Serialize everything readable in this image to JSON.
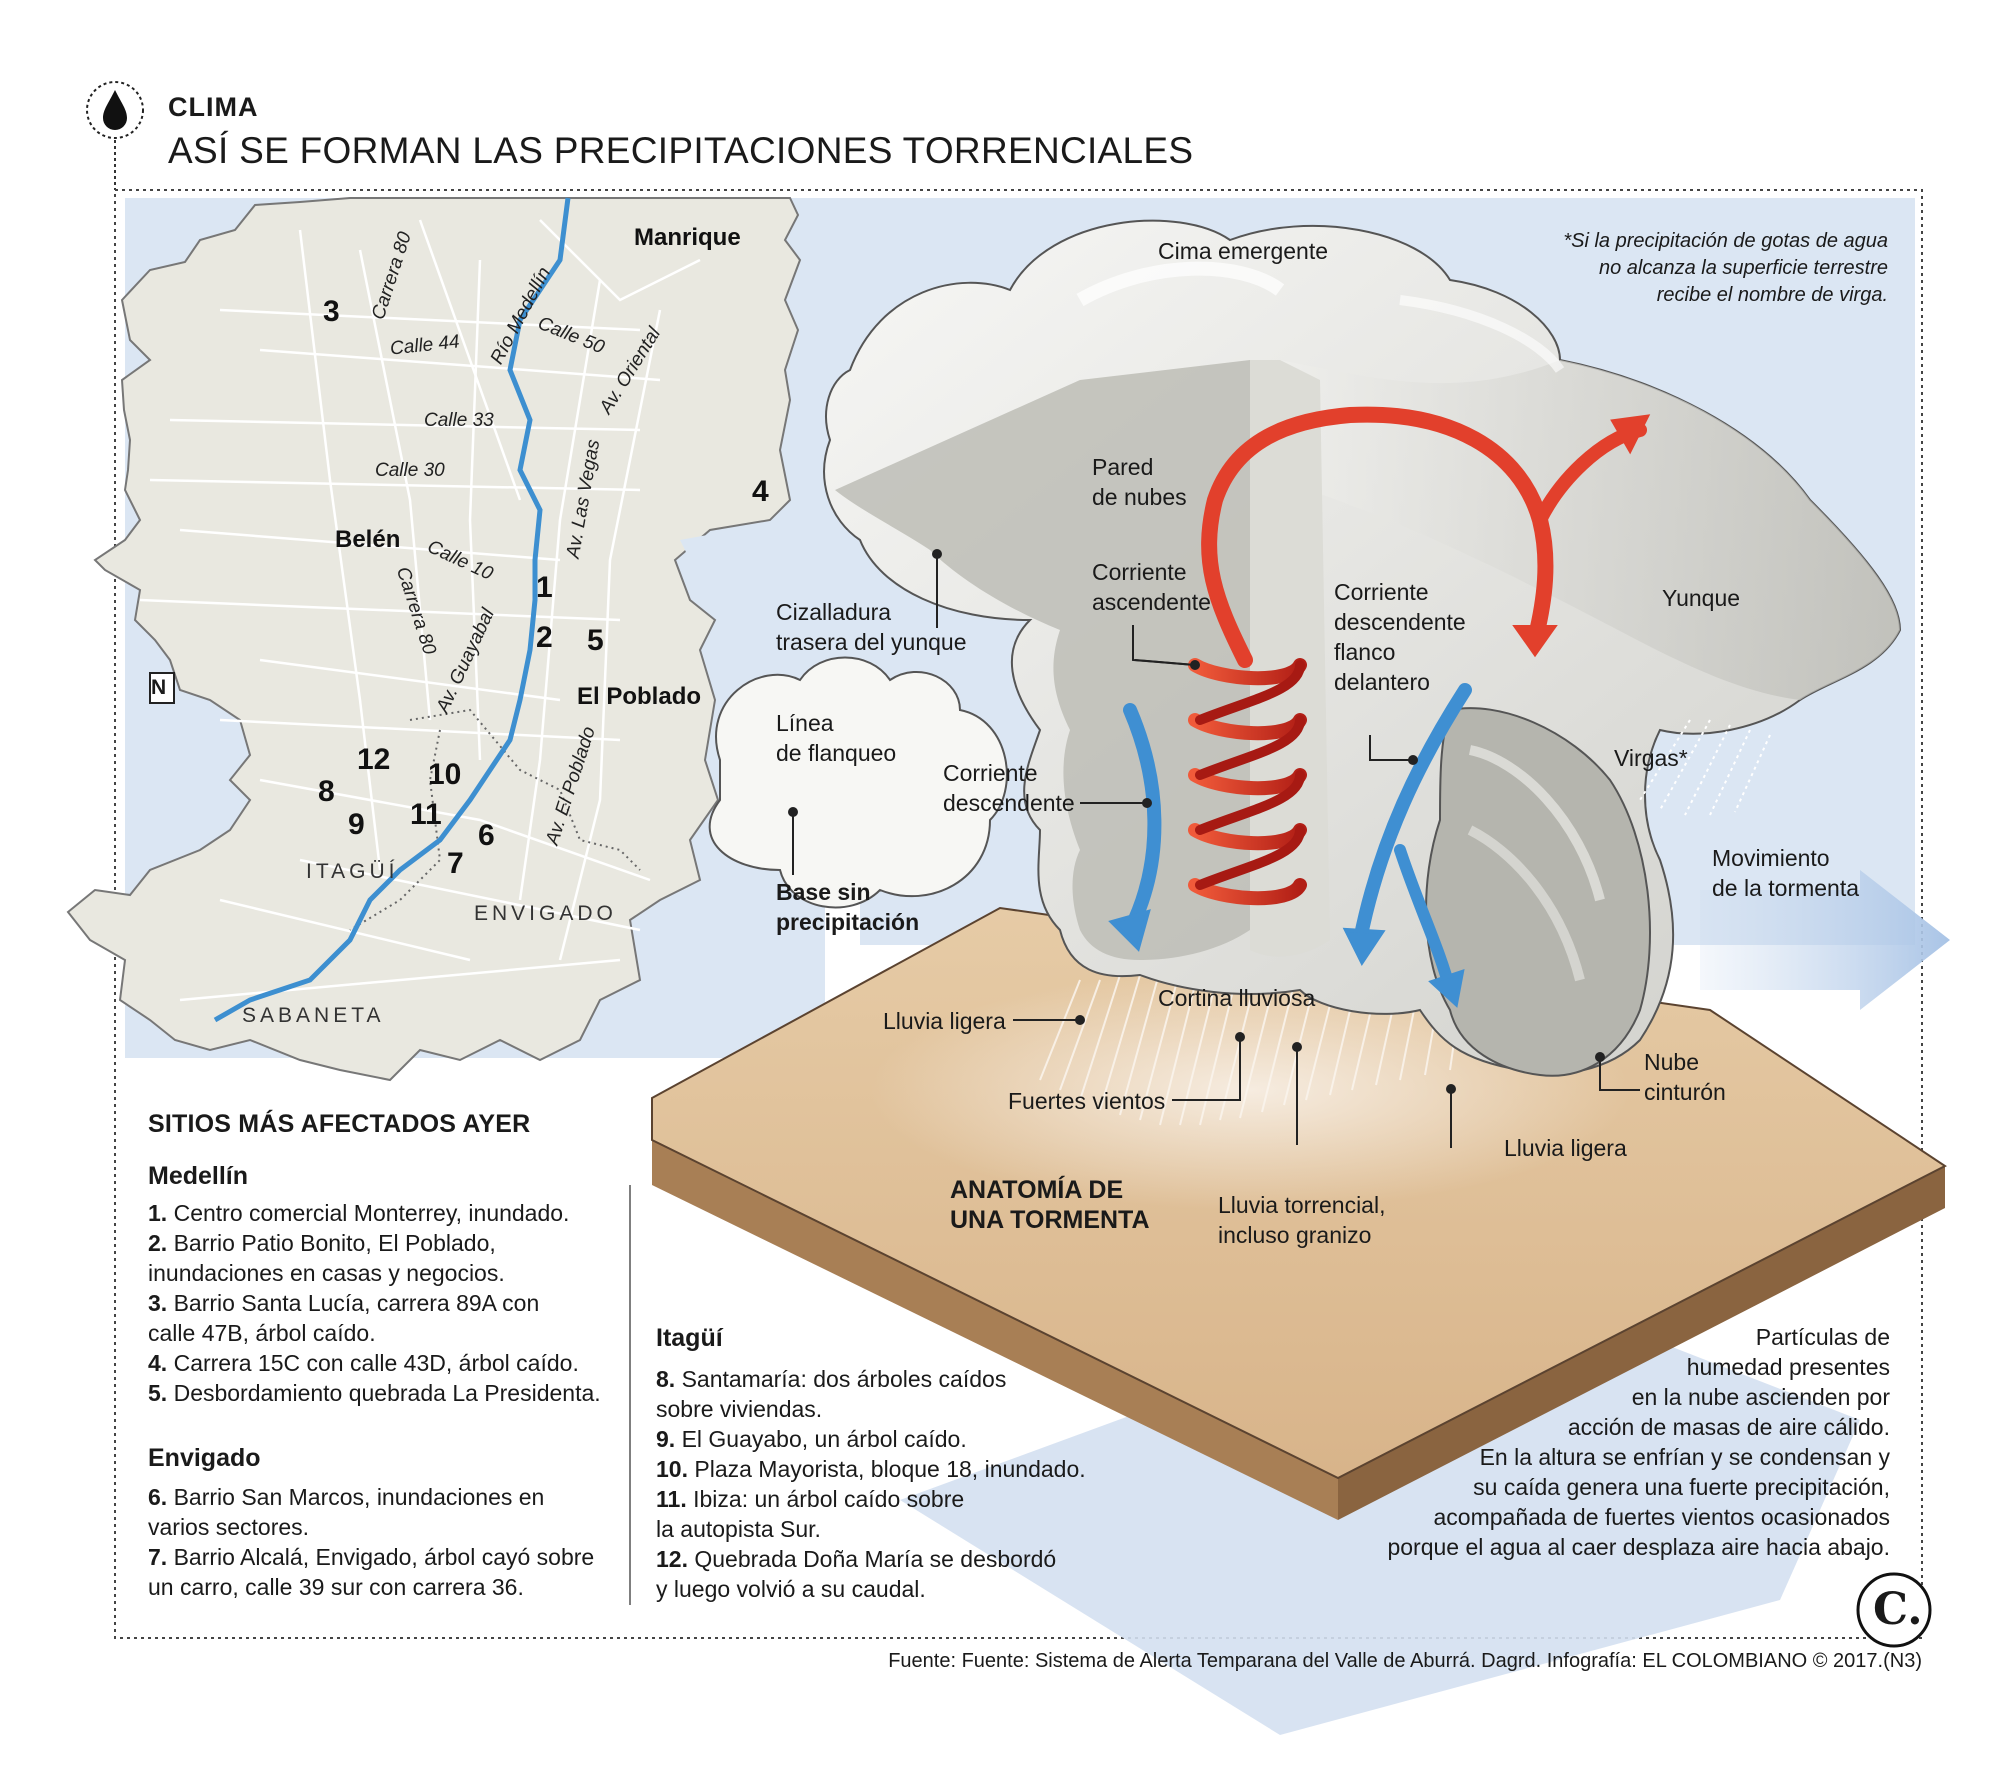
{
  "header": {
    "kicker": "CLIMA",
    "title": "ASÍ SE FORMAN LAS PRECIPITACIONES TORRENCIALES"
  },
  "map": {
    "north_symbol": "N",
    "neighborhoods": [
      "Manrique",
      "Belén",
      "El Poblado"
    ],
    "towns": [
      "ITAGÜÍ",
      "ENVIGADO",
      "SABANETA"
    ],
    "streets": [
      "Carrera 80",
      "Calle 44",
      "Río Medellín",
      "Calle 50",
      "Av. Oriental",
      "Calle 33",
      "Calle 30",
      "Av. Las Vegas",
      "Calle 10",
      "Carrera 80",
      "Av. Guayabal",
      "Av. El Poblado"
    ],
    "site_numbers": [
      "1",
      "2",
      "3",
      "4",
      "5",
      "6",
      "7",
      "8",
      "9",
      "10",
      "11",
      "12"
    ]
  },
  "storm": {
    "labels": {
      "cima": "Cima emergente",
      "pared": "Pared\nde nubes",
      "cizalladura": "Cizalladura\ntrasera del yunque",
      "asc": "Corriente\nascendente",
      "desc_flank": "Corriente\ndescendente\nflanco\ndelantero",
      "yunque": "Yunque",
      "linea": "Línea\nde flanqueo",
      "desc": "Corriente\ndescendente",
      "virgas": "Virgas*",
      "movimiento": "Movimiento\nde la tormenta",
      "base": "Base sin\nprecipitación",
      "cortina": "Cortina lluviosa",
      "lluvia_ligera_left": "Lluvia ligera",
      "fuertes": "Fuertes vientos",
      "nube": "Nube\ncinturón",
      "lluvia_ligera_right": "Lluvia ligera",
      "anatomia": "ANATOMÍA DE\nUNA TORMENTA",
      "torrencial": "Lluvia torrencial,\nincluso granizo"
    },
    "note": "*Si la precipitación de gotas de agua\nno alcanza la superficie terrestre\nrecibe el nombre de virga."
  },
  "sites": {
    "heading": "SITIOS MÁS AFECTADOS AYER",
    "medellin": {
      "name": "Medellín",
      "items": [
        {
          "n": "1.",
          "text": " Centro comercial Monterrey, inundado."
        },
        {
          "n": "2.",
          "text": " Barrio Patio Bonito, El Poblado,\ninundaciones en casas y negocios."
        },
        {
          "n": "3.",
          "text": " Barrio Santa Lucía, carrera 89A con\ncalle 47B, árbol caído."
        },
        {
          "n": "4.",
          "text": " Carrera 15C con calle 43D, árbol caído."
        },
        {
          "n": "5.",
          "text": " Desbordamiento quebrada La Presidenta."
        }
      ]
    },
    "envigado": {
      "name": "Envigado",
      "items": [
        {
          "n": "6.",
          "text": " Barrio San Marcos, inundaciones en\nvarios sectores."
        },
        {
          "n": "7.",
          "text": " Barrio Alcalá, Envigado, árbol cayó sobre\nun carro, calle 39 sur con carrera 36."
        }
      ]
    },
    "itagui": {
      "name": "Itagüí",
      "items": [
        {
          "n": "8.",
          "text": " Santamaría: dos árboles caídos\nsobre viviendas."
        },
        {
          "n": "9.",
          "text": " El Guayabo, un árbol caído."
        },
        {
          "n": "10.",
          "text": " Plaza Mayorista, bloque 18, inundado."
        },
        {
          "n": "11.",
          "text": " Ibiza: un árbol caído sobre\nla autopista Sur."
        },
        {
          "n": "12.",
          "text": " Quebrada Doña María se desbordó\ny luego volvió a su caudal."
        }
      ]
    }
  },
  "explanation": "Partículas de\nhumedad presentes\nen la nube ascienden por\nacción de masas de aire cálido.\nEn la altura se enfrían y se condensan y\nsu caída genera una fuerte precipitación,\nacompañada de fuertes vientos ocasionados\nporque el agua al caer desplaza aire hacia abajo.",
  "logo": "C.",
  "source": "Fuente: Fuente: Sistema de Alerta Temparana del Valle de Aburrá. Dagrd. Infografía: EL COLOMBIANO © 2017.(N3)",
  "colors": {
    "sky": "#d9e5f3",
    "land": "#e9e8e0",
    "ground": "#e3c8a3",
    "updraft": "#e2402c",
    "downdraft": "#3f8fd2",
    "river": "#3d8fd0"
  }
}
